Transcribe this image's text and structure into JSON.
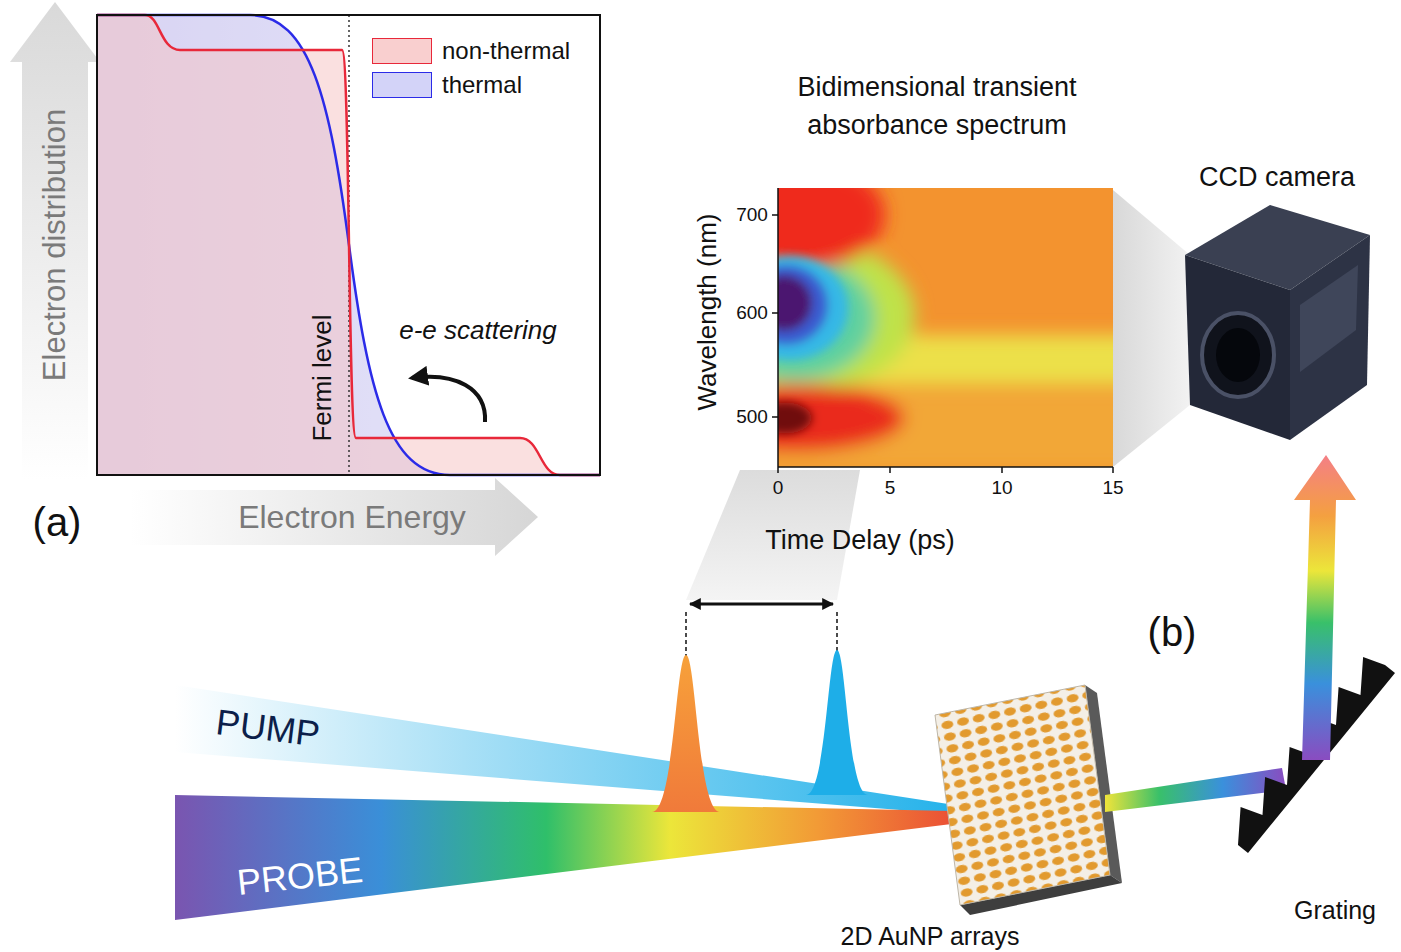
{
  "diagram": {
    "labels": [
      "(a)",
      "Electron distribution",
      "Electron Energy",
      "Fermi level",
      "e-e scattering",
      "Bidimensional transient absorbance spectrum",
      "Wavelength (nm)",
      "700",
      "600",
      "500",
      "0",
      "5",
      "10",
      "15",
      "Time Delay (ps)",
      "CCD camera",
      "(b)",
      "PUMP",
      "PROBE",
      "2D AuNP arrays",
      "Grating"
    ],
    "legend": [
      {
        "text": "non-thermal",
        "color": "#f9cfcf"
      },
      {
        "text": "thermal",
        "color": "#d3d3f8"
      }
    ]
  }
}
